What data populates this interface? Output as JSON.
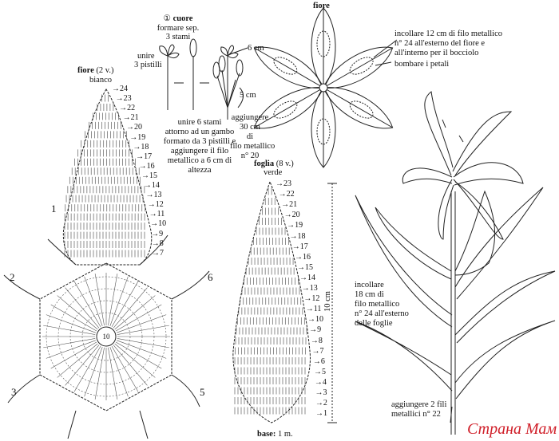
{
  "heart": {
    "step": "①",
    "title": "cuore",
    "line1": "formare sep.",
    "line2": "3 stami",
    "unite1": "unire",
    "unite2": "3 pistilli",
    "dim_6": "6 cm",
    "dim_5": "5 cm",
    "instr": [
      "unire 6 stami",
      "attorno ad un gambo",
      "formato da 3 pistilli e",
      "aggiungere il filo",
      "metallico a 6 cm di",
      "altezza"
    ],
    "wire": [
      "aggiungere",
      "30 cm",
      "di",
      "filo metallico",
      "n° 20"
    ]
  },
  "petal": {
    "title": "fiore",
    "count": "(2 v.)",
    "color": "bianco",
    "start_row": "1",
    "rows": [
      "24",
      "23",
      "22",
      "21",
      "20",
      "19",
      "18",
      "17",
      "16",
      "15",
      "14",
      "13",
      "12",
      "11",
      "10",
      "9",
      "8",
      "7"
    ],
    "hex_labels": [
      "2",
      "6",
      "3",
      "5"
    ],
    "center": "10"
  },
  "flower": {
    "title": "fiore",
    "note1": [
      "incollare 12 cm di filo metallico",
      "n° 24 all'esterno del fiore e",
      "all'interno per il bocciolo"
    ],
    "note2": "bombare i petali"
  },
  "leaf": {
    "title": "foglia",
    "count": "(8 v.)",
    "color": "verde",
    "rows": [
      "23",
      "22",
      "21",
      "20",
      "19",
      "18",
      "17",
      "16",
      "15",
      "14",
      "13",
      "12",
      "11",
      "10",
      "9",
      "8",
      "7",
      "6",
      "5",
      "4",
      "3",
      "2",
      "1"
    ],
    "base_label": "base:",
    "base_value": "1 m.",
    "height": "10 cm"
  },
  "lily": {
    "note_leaves": [
      "incollare",
      "18 cm di",
      "filo metallico",
      "n° 24 all'esterno",
      "delle foglie"
    ],
    "note_stem": [
      "aggiungere 2 fili",
      "metallici n° 22"
    ]
  },
  "watermark": "Страна Мам"
}
